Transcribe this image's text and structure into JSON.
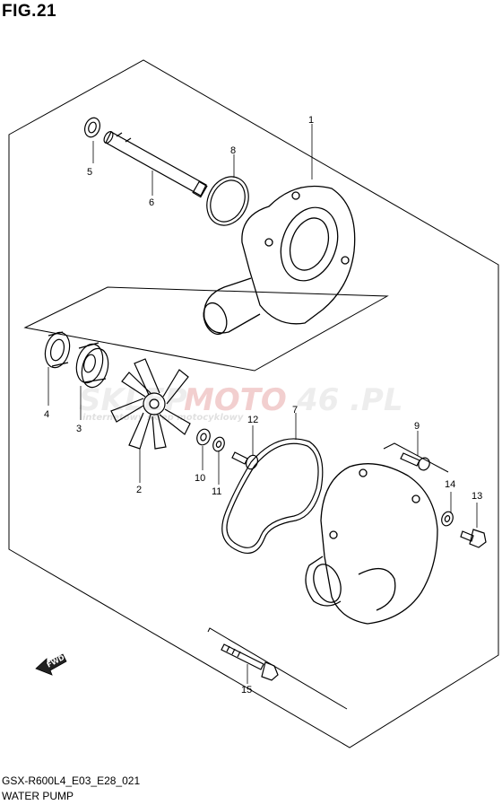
{
  "header": {
    "figure": "FIG.21"
  },
  "footer": {
    "model_code": "GSX-R600L4_E03_E28_021",
    "section_name": "WATER PUMP"
  },
  "watermark": {
    "brand_a": "SKLEP",
    "brand_b": "MOTO",
    "brand_c": "46",
    "brand_d": ".PL",
    "tagline": "internetowy sklep motocyklowy"
  },
  "direction_badge": "FWD",
  "callouts": {
    "c1": "1",
    "c2": "2",
    "c3": "3",
    "c4": "4",
    "c5": "5",
    "c6": "6",
    "c7": "7",
    "c8": "8",
    "c9": "9",
    "c10": "10",
    "c11": "11",
    "c12": "12",
    "c13": "13",
    "c14": "14",
    "c15": "15"
  },
  "colors": {
    "line": "#000000",
    "watermark_red": "#e8a8a8",
    "watermark_grey": "#c8c8c8"
  }
}
